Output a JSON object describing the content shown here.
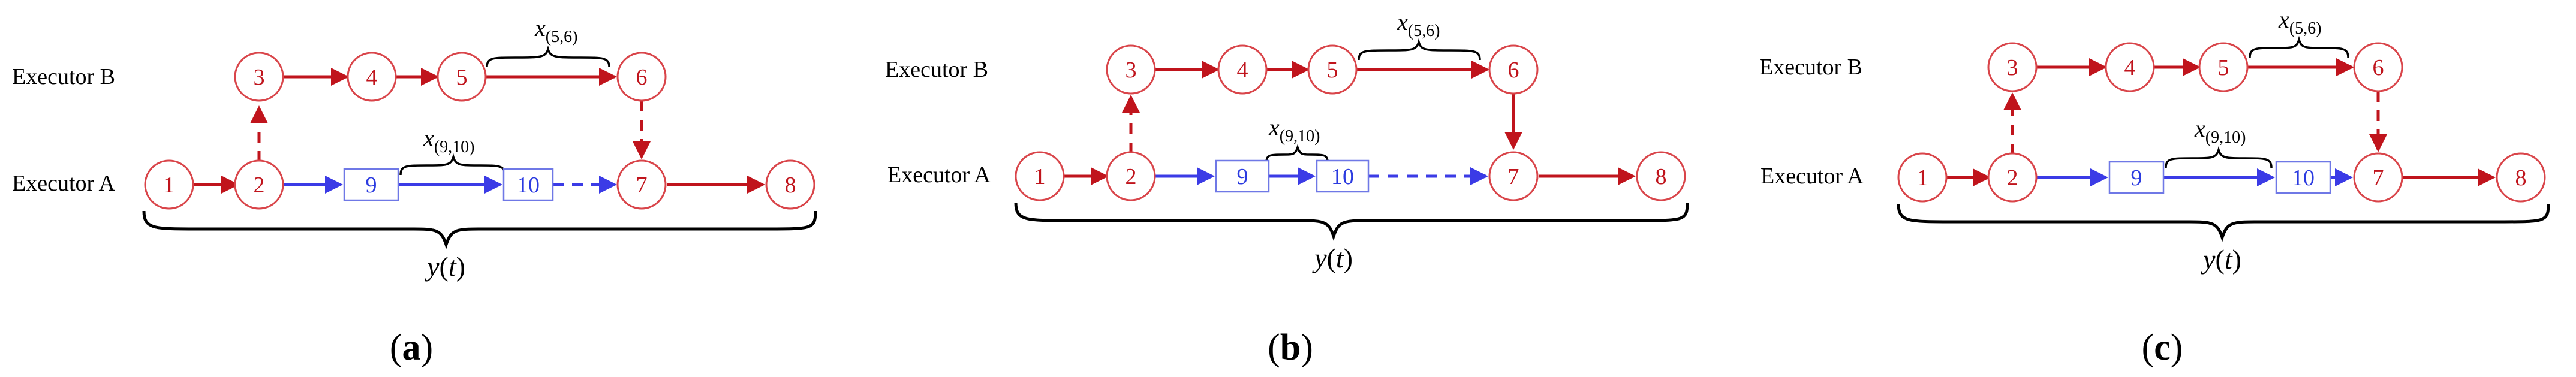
{
  "colors": {
    "red": "#c0141c",
    "blue": "#3b3be6"
  },
  "panels": [
    {
      "caption_letter": "a",
      "executor_b": "Executor B",
      "executor_a": "Executor A",
      "x56_base": "x",
      "x56_sub": "(5,6)",
      "x910_base": "x",
      "x910_sub": "(9,10)",
      "yt_base": "y",
      "yt_arg": "t",
      "nodes": {
        "n1": "1",
        "n2": "2",
        "n3": "3",
        "n4": "4",
        "n5": "5",
        "n6": "6",
        "n7": "7",
        "n8": "8",
        "n9": "9",
        "n10": "10"
      }
    },
    {
      "caption_letter": "b",
      "executor_b": "Executor B",
      "executor_a": "Executor A",
      "x56_base": "x",
      "x56_sub": "(5,6)",
      "x910_base": "x",
      "x910_sub": "(9,10)",
      "yt_base": "y",
      "yt_arg": "t",
      "nodes": {
        "n1": "1",
        "n2": "2",
        "n3": "3",
        "n4": "4",
        "n5": "5",
        "n6": "6",
        "n7": "7",
        "n8": "8",
        "n9": "9",
        "n10": "10"
      }
    },
    {
      "caption_letter": "c",
      "executor_b": "Executor B",
      "executor_a": "Executor A",
      "x56_base": "x",
      "x56_sub": "(5,6)",
      "x910_base": "x",
      "x910_sub": "(9,10)",
      "yt_base": "y",
      "yt_arg": "t",
      "nodes": {
        "n1": "1",
        "n2": "2",
        "n3": "3",
        "n4": "4",
        "n5": "5",
        "n6": "6",
        "n7": "7",
        "n8": "8",
        "n9": "9",
        "n10": "10"
      }
    }
  ]
}
